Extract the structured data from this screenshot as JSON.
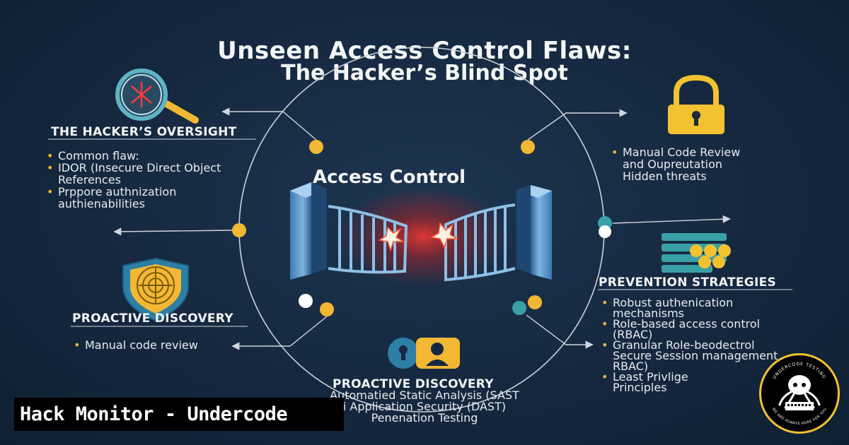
{
  "title": {
    "line1": "Unseen Access Control Flaws:",
    "line2": "The Hacker’s Blind Spot"
  },
  "center": {
    "label": "Access Control"
  },
  "oversight": {
    "heading": "THE HACKER’S OVERSIGHT",
    "items": [
      "Common flaw:",
      "IDOR (Insecure Direct Object",
      "References",
      "Prpporе authnization",
      "authienabilities"
    ]
  },
  "manual_review": {
    "items": [
      "Manual Code Review",
      "and Oupreutation",
      "Hidden threats"
    ]
  },
  "proactive_left": {
    "heading": "PROACTIVE DISCOVERY",
    "items": [
      "Manual code review"
    ]
  },
  "prevention": {
    "heading": "PREVENTION STRATEGIES",
    "items": [
      "Robust authenication",
      "mechanisms",
      "Role-based access control",
      "(RBAC)",
      "Granular Role-beodectrol",
      "Secure Session management",
      "RBAC)",
      "Least Privlige",
      "Principles"
    ]
  },
  "proactive_bottom": {
    "heading": "PROACTIVE DISCOVERY",
    "items": [
      "Automatied Static Analysis (SAST",
      "i Application Security (DAST)",
      "Penenation Testing"
    ]
  },
  "brand": {
    "text": "Hack Monitor - Undercode",
    "logo_ring_text_top": "UNDERCODE TESTING",
    "logo_ring_text_bottom": "WE ARE ALWAYS HERE FOR YOU"
  },
  "icons": {
    "magnifier": "magnifier-icon",
    "padlock": "padlock-icon",
    "shield": "shield-radar-icon",
    "database": "database-lock-icon",
    "users": "user-lock-icon",
    "gate": "broken-gate-icon",
    "logo": "octopus-logo-icon"
  },
  "colors": {
    "background": "#15283f",
    "accent_gold": "#f2b733",
    "accent_teal": "#3aa0a8",
    "alert_red": "#e0302e",
    "text": "#f1f3f5"
  }
}
